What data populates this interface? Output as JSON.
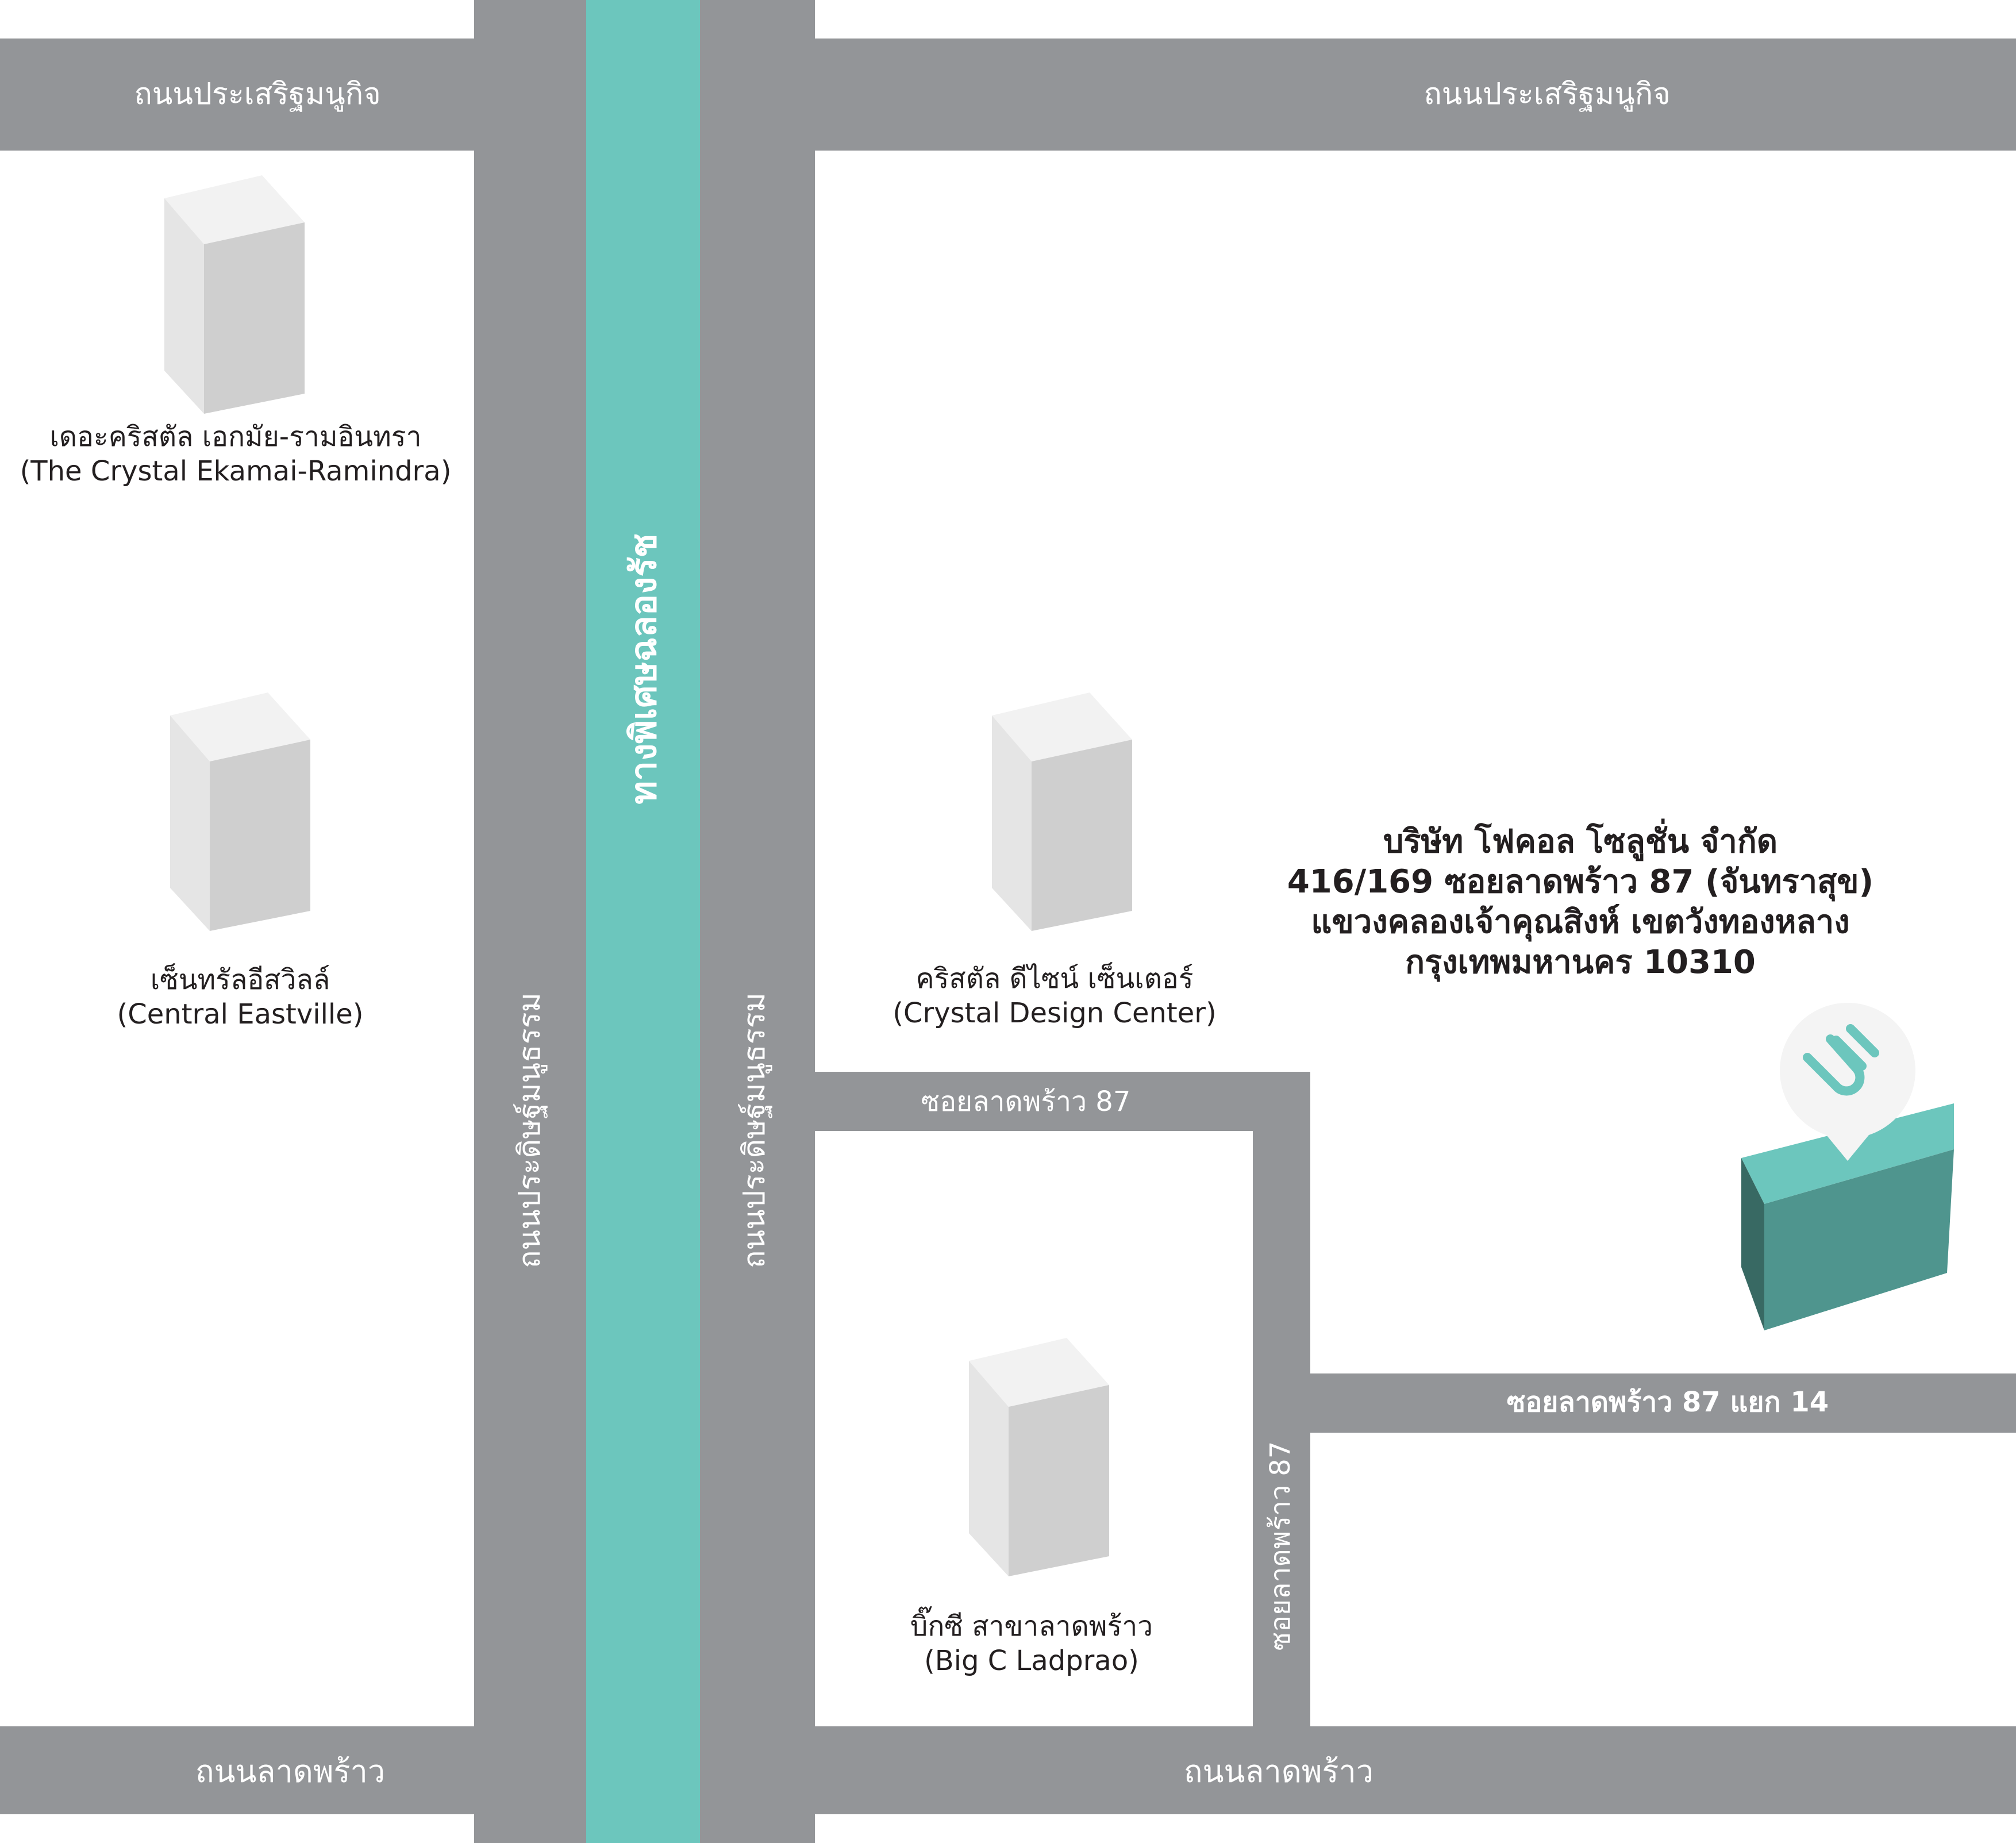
{
  "roads": {
    "prasert_top_left": "ถนนประเสริฐมนูกิจ",
    "prasert_top_right": "ถนนประเสริฐมนูกิจ",
    "pradit_left": "ถนนประดิษฐ์มนูธรรม",
    "pradit_right": "ถนนประดิษฐ์มนูธรรม",
    "expressway": "ทางพิเศษฉลองรัช",
    "soi87_horizontal": "ซอยลาดพร้าว 87",
    "soi87_vertical": "ซอยลาดพร้าว 87",
    "soi87_yaek14": "ซอยลาดพร้าว 87 แยก 14",
    "ladprao_left": "ถนนลาดพร้าว",
    "ladprao_right": "ถนนลาดพร้าว"
  },
  "places": {
    "crystal_ekamai": {
      "thai": "เดอะคริสตัล เอกมัย-รามอินทรา",
      "english": "(The Crystal Ekamai-Ramindra)"
    },
    "central_eastville": {
      "thai": "เซ็นทรัลอีสวิลล์",
      "english": "(Central Eastville)"
    },
    "crystal_design_center": {
      "thai": "คริสตัล ดีไซน์ เซ็นเตอร์",
      "english": "(Crystal Design Center)"
    },
    "big_c": {
      "thai": "บิ๊กซี สาขาลาดพร้าว",
      "english": "(Big C Ladprao)"
    }
  },
  "address": {
    "line1": "บริษัท โฟคอล โซลูชั่น จำกัด",
    "line2": "416/169 ซอยลาดพร้าว 87 (จันทราสุข)",
    "line3": "แขวงคลองเจ้าคุณสิงห์ เขตวังทองหลาง",
    "line4": "กรุงเทพมหานคร 10310"
  },
  "colors": {
    "road": "#939598",
    "expressway": "#6cc6bd",
    "building_top": "#f2f2f2",
    "building_left": "#e5e5e5",
    "building_right": "#cfcfcf",
    "company_top": "#6cc6bd",
    "company_front": "#4f958e",
    "company_side": "#386963",
    "text": "#231f20"
  },
  "icons": {
    "landmark": "building-icon",
    "company": "company-building-icon",
    "pin": "location-pin-icon"
  }
}
